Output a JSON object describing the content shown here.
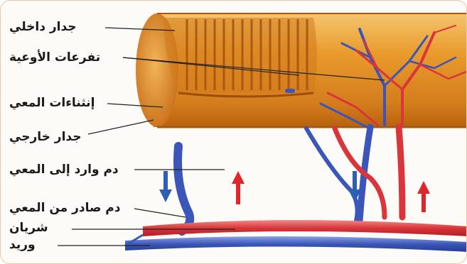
{
  "labels": {
    "inner_wall": "جدار داخلي",
    "vessel_branches": "تفرعات الأوعية",
    "villi": "إنثناءات المعي",
    "outer_wall": "جدار خارجي",
    "blood_in": "دم وارد إلى المعي",
    "blood_out": "دم صادر من المعي",
    "artery": "شريان",
    "vein": "وريد"
  },
  "colors": {
    "intestine": "#e79a2c",
    "intestine_light": "#f6c46a",
    "intestine_dark": "#b86512",
    "artery": "#d9353a",
    "vein": "#3b56b8",
    "arrow_red": "#e0262b",
    "arrow_blue": "#2f5fb5"
  }
}
